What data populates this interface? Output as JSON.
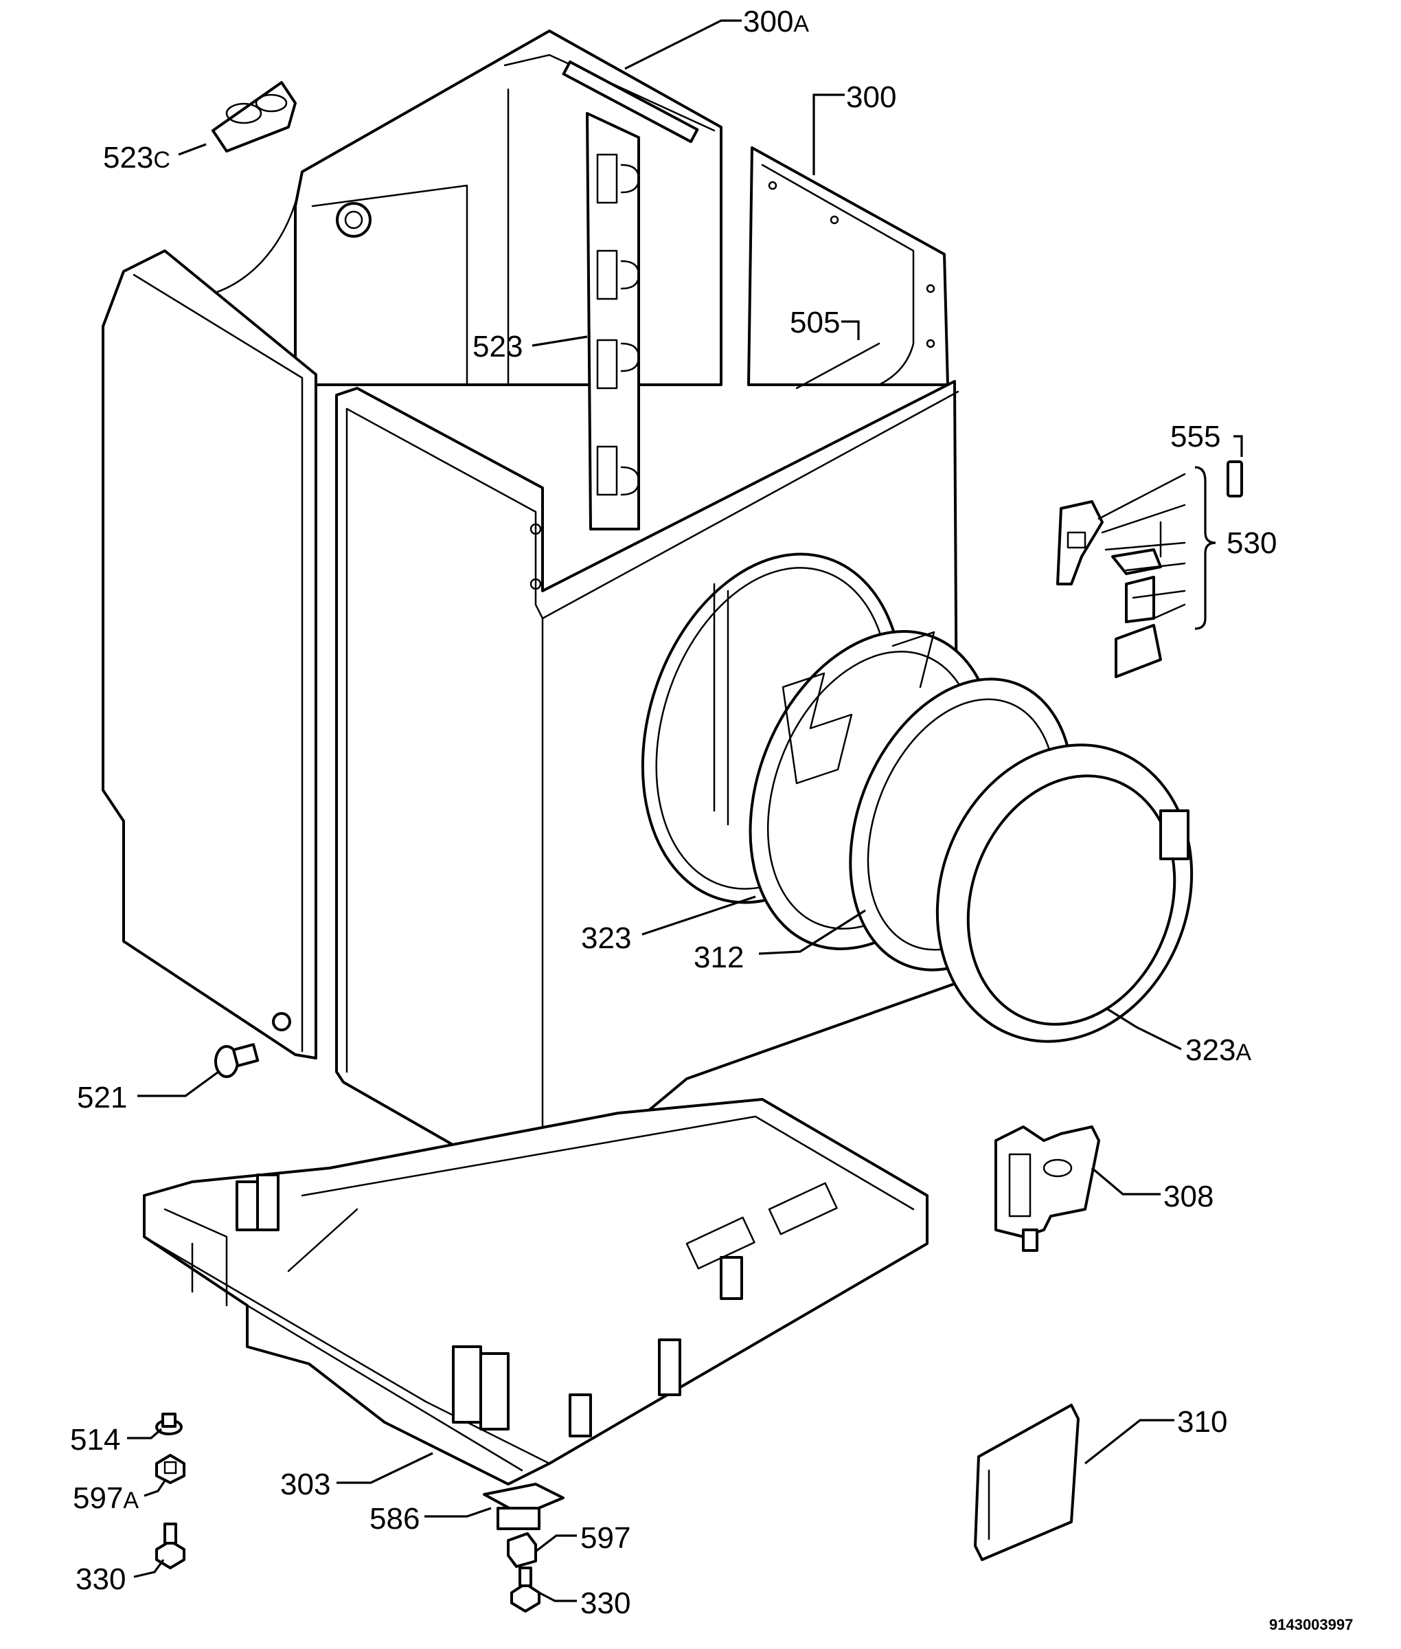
{
  "labels": {
    "l300a": {
      "num": "300",
      "suffix": "A"
    },
    "l300": {
      "num": "300"
    },
    "l523c": {
      "num": "523",
      "suffix": "C"
    },
    "l523": {
      "num": "523"
    },
    "l505": {
      "num": "505"
    },
    "l555": {
      "num": "555"
    },
    "l530": {
      "num": "530"
    },
    "l323": {
      "num": "323"
    },
    "l312": {
      "num": "312"
    },
    "l323a": {
      "num": "323",
      "suffix": "A"
    },
    "l521": {
      "num": "521"
    },
    "l308": {
      "num": "308"
    },
    "l514": {
      "num": "514"
    },
    "l597a": {
      "num": "597",
      "suffix": "A"
    },
    "l303": {
      "num": "303"
    },
    "l586": {
      "num": "586"
    },
    "l597": {
      "num": "597"
    },
    "l330_left": {
      "num": "330"
    },
    "l330_right": {
      "num": "330"
    },
    "l310": {
      "num": "310"
    }
  },
  "drawing_code": "9143003997"
}
